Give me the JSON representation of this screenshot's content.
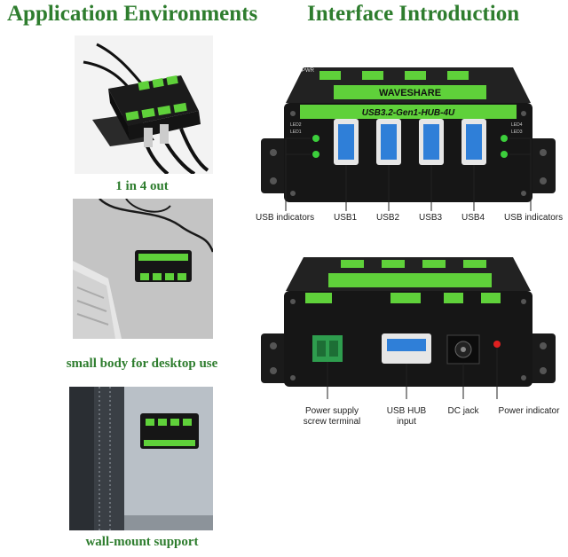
{
  "left": {
    "heading": "Application Environments",
    "captions": [
      "1 in 4 out",
      "small body for desktop use",
      "wall-mount support"
    ]
  },
  "right": {
    "heading": "Interface Introduction",
    "front_labels": [
      "USB indicators",
      "USB1",
      "USB2",
      "USB3",
      "USB4",
      "USB indicators"
    ],
    "rear_labels": {
      "power_supply_line1": "Power supply",
      "power_supply_line2": "screw terminal",
      "usb_hub_line1": "USB HUB",
      "usb_hub_line2": "input",
      "dc_jack": "DC jack",
      "power_indicator": "Power indicator"
    }
  },
  "device": {
    "brand": "WAVESHARE",
    "model": "USB3.2-Gen1-HUB-4U",
    "pwr": "PWR",
    "led_labels": [
      "LED2",
      "LED1",
      "LED4",
      "LED3"
    ]
  },
  "colors": {
    "heading_green": "#2e7d2e",
    "device_green": "#5fd13a",
    "usb_blue": "#2f7fd8",
    "led_green": "#3ccf3c",
    "power_red": "#e02020"
  }
}
